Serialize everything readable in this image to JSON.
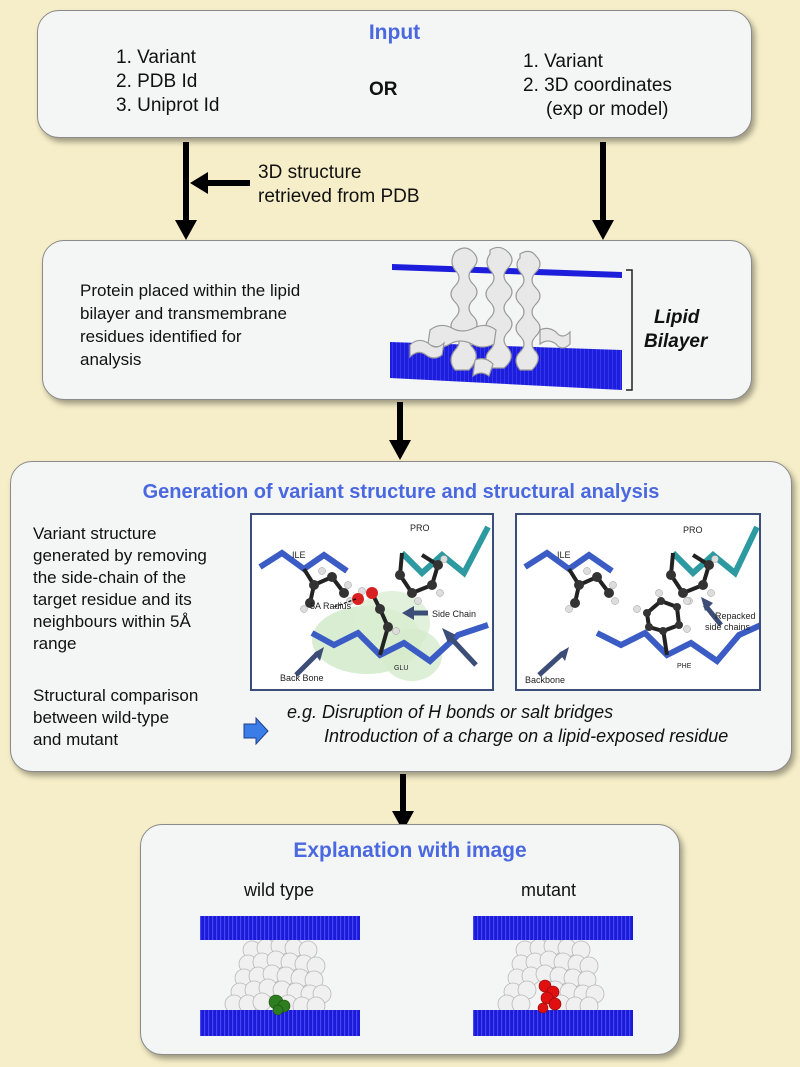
{
  "input": {
    "title": "Input",
    "left_items": [
      "1. Variant",
      "2. PDB Id",
      "3. Uniprot Id"
    ],
    "or_label": "OR",
    "right_items": [
      "1. Variant",
      "2. 3D coordinates",
      "(exp or model)"
    ]
  },
  "retrieval_note": [
    "3D structure",
    "retrieved from PDB"
  ],
  "lipid_box": {
    "description": [
      "Protein placed within the lipid",
      "bilayer and transmembrane",
      "residues identified for",
      "analysis"
    ],
    "side_label": [
      "Lipid",
      "Bilayer"
    ]
  },
  "analysis_box": {
    "title": "Generation of variant structure and structural analysis",
    "variant_text": [
      "Variant structure",
      "generated by removing",
      "the side-chain of the",
      "target residue and its",
      "neighbours within 5Å",
      "range"
    ],
    "comparison_text": [
      "Structural comparison",
      "between wild-type",
      "and mutant"
    ],
    "examples": [
      "e.g. Disruption of H bonds or salt bridges",
      "Introduction of a charge on a lipid-exposed residue"
    ],
    "panel_left_labels": {
      "ile": "ILE",
      "pro": "PRO",
      "radius": "5A Radius",
      "side_chain": "Side Chain",
      "back_bone": "Back Bone",
      "glu": "GLU"
    },
    "panel_right_labels": {
      "ile": "ILE",
      "pro": "PRO",
      "repacked": "Repacked",
      "side_chains": "side chains",
      "backbone": "Backbone",
      "phe": "PHE"
    }
  },
  "explanation_box": {
    "title": "Explanation with image",
    "wild_label": "wild type",
    "mutant_label": "mutant"
  },
  "colors": {
    "background": "#f6eec8",
    "title_blue": "#4a68e0",
    "membrane_blue": "#1b1bd8",
    "wild_highlight": "#2e7d1e",
    "mutant_highlight": "#e01010"
  }
}
